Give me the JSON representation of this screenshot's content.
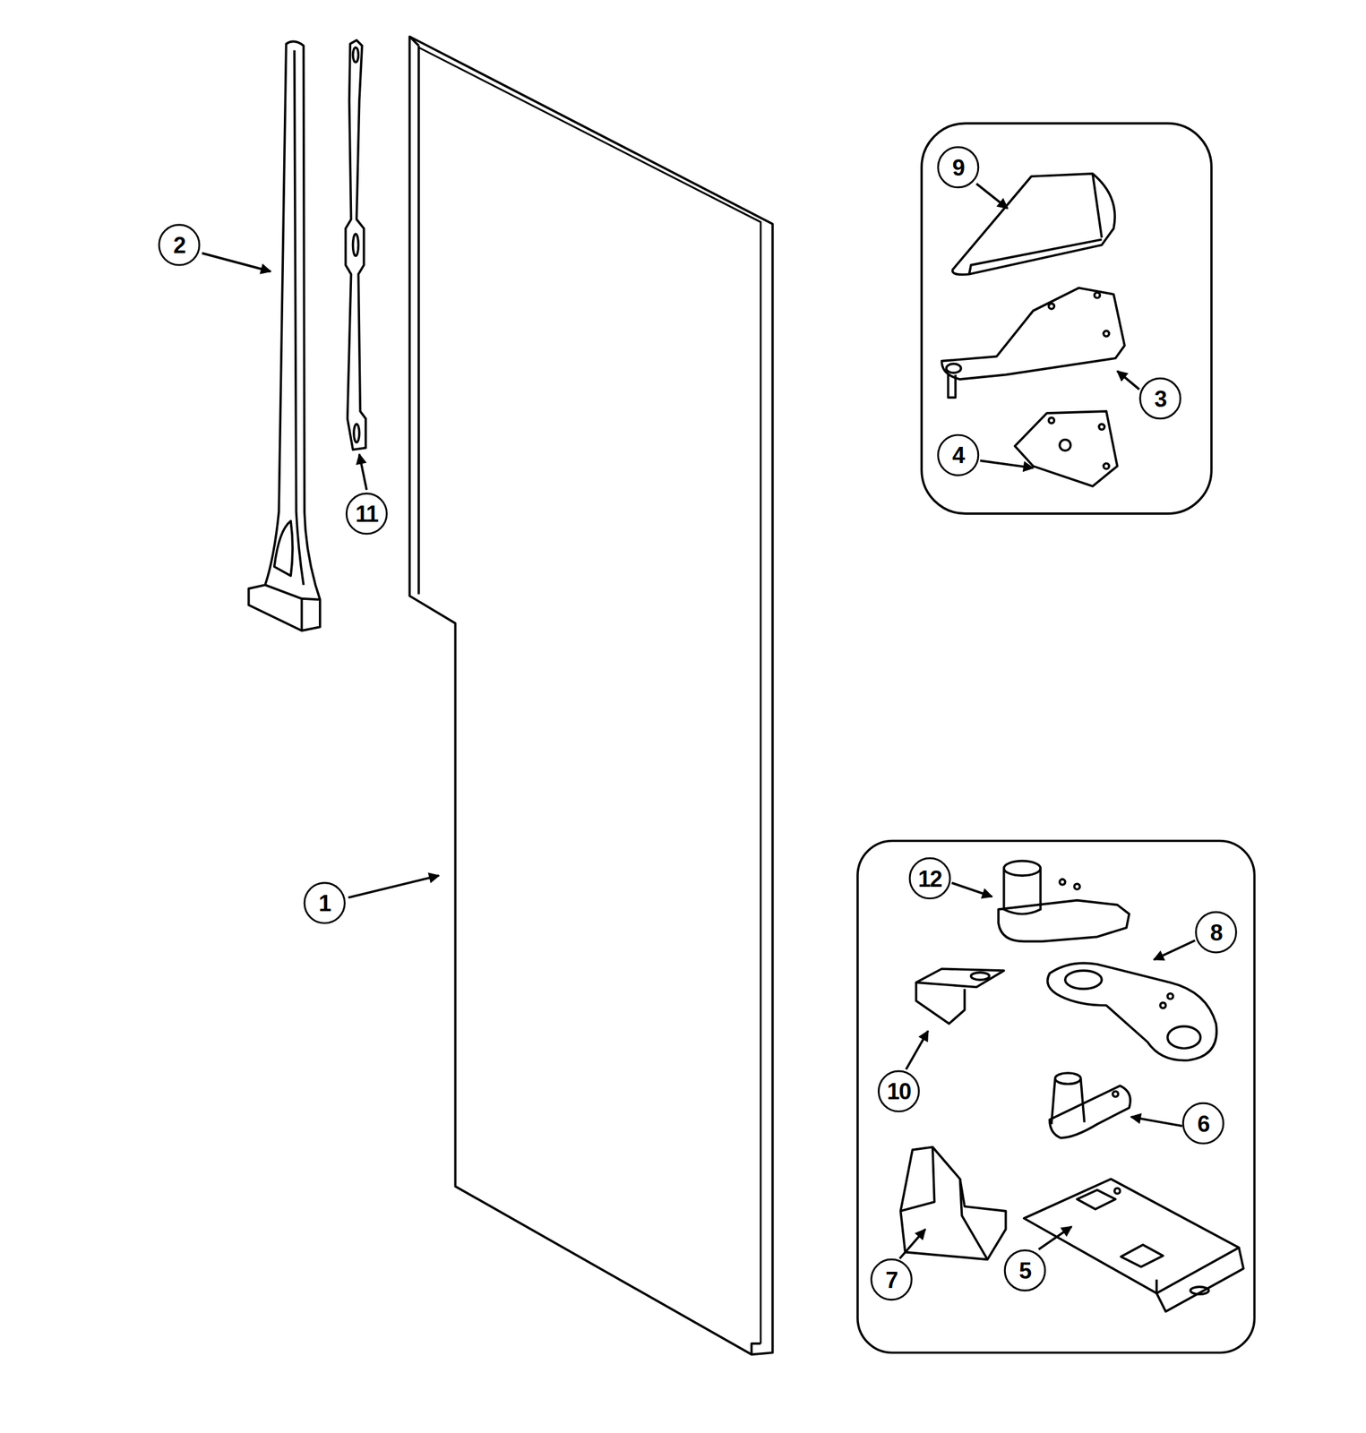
{
  "diagram": {
    "nodes": [
      {
        "text": [
          "2"
        ]
      },
      {
        "text": [
          "11"
        ]
      },
      {
        "text": [
          "9"
        ]
      },
      {
        "text": [
          "3"
        ]
      },
      {
        "text": [
          "4"
        ]
      },
      {
        "text": [
          "1"
        ]
      },
      {
        "text": [
          "12"
        ]
      },
      {
        "text": [
          "8"
        ]
      },
      {
        "text": [
          "10"
        ]
      },
      {
        "text": [
          "6"
        ]
      },
      {
        "text": [
          "7"
        ]
      },
      {
        "text": [
          "5"
        ]
      }
    ]
  }
}
